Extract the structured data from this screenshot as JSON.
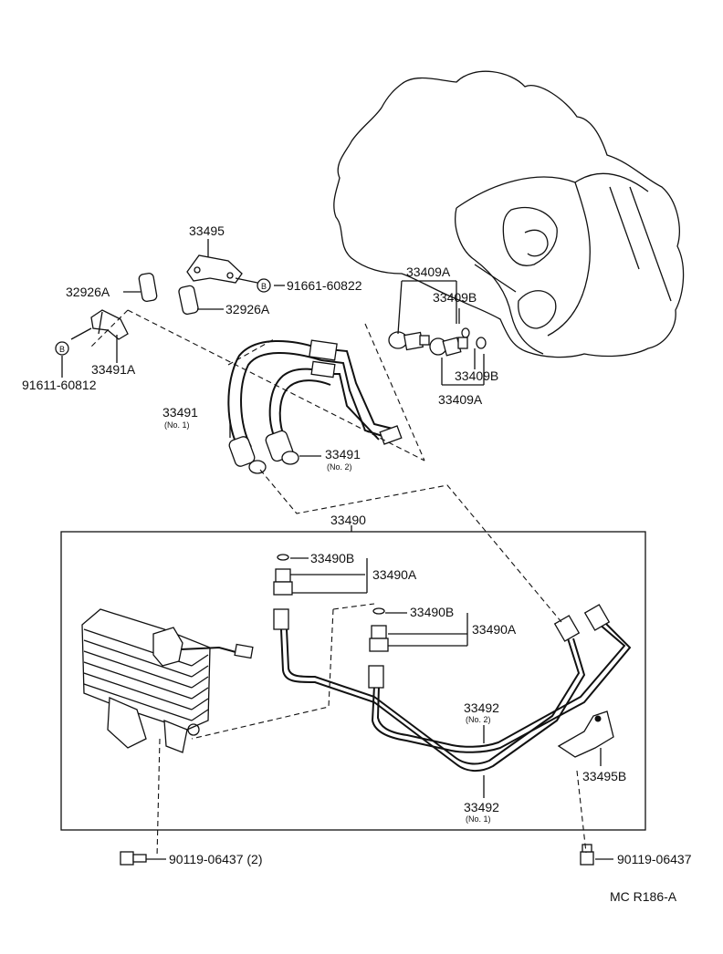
{
  "labels": {
    "p33495": "33495",
    "p91661": "91661-60822",
    "p32926A_left": "32926A",
    "p32926A_right": "32926A",
    "p33491A": "33491A",
    "p91611": "91611-60812",
    "p33409A_top": "33409A",
    "p33409B_top": "33409B",
    "p33409B_bottom": "33409B",
    "p33409A_bottom": "33409A",
    "p33491_no1": "33491",
    "p33491_no1_sub": "(No. 1)",
    "p33491_no2": "33491",
    "p33491_no2_sub": "(No. 2)",
    "p33490": "33490",
    "p33490B_top": "33490B",
    "p33490A_top": "33490A",
    "p33490B_mid": "33490B",
    "p33490A_mid": "33490A",
    "p33492_no2": "33492",
    "p33492_no2_sub": "(No. 2)",
    "p33492_no1": "33492",
    "p33492_no1_sub": "(No. 1)",
    "p33495B": "33495B",
    "p90119_left": "90119-06437 (2)",
    "p90119_right": "90119-06437",
    "bolt_marker": "B",
    "ref_code": "MC R186-A"
  }
}
